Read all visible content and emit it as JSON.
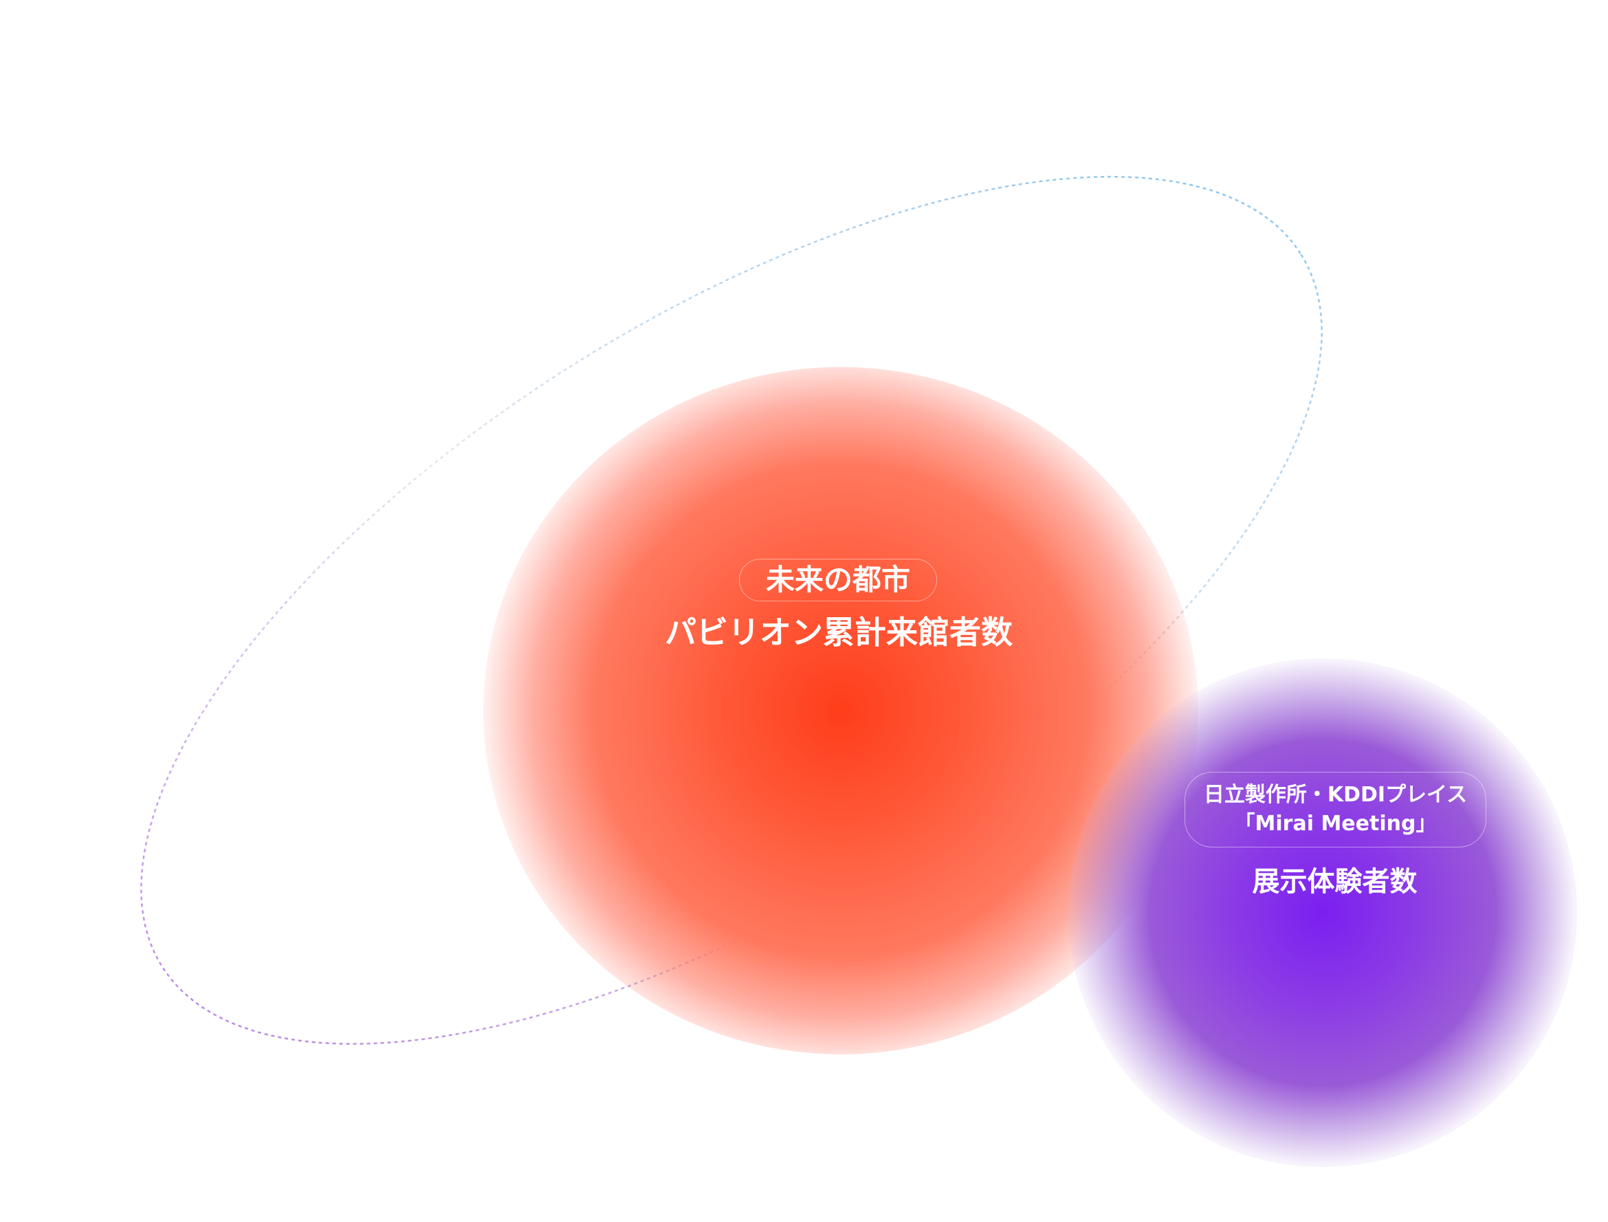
{
  "diagram": {
    "center_circle": {
      "badge": "未来の都市",
      "title": "パビリオン累計来館者数",
      "color": "#ff3d1a"
    },
    "side_circle": {
      "badge_line1": "日立製作所・KDDIプレイス",
      "badge_line2": "「Mirai Meeting」",
      "title": "展示体験者数",
      "color": "#7b1ff0"
    },
    "orbit_colors": {
      "start": "#7cc0ee",
      "end": "#b57be0"
    }
  }
}
